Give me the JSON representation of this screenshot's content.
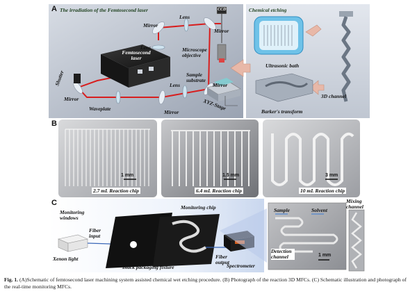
{
  "panel_a": {
    "letter": "A",
    "title_left": "The irradiation of the Femtosecond laser",
    "title_right": "Chemical etching",
    "labels": {
      "lens_top": "Lens",
      "ccd": "CCD",
      "mirror_top_left": "Mirror",
      "mirror_top_right": "Mirror",
      "lens_mid": "Lens",
      "microscope": "Microscope objective",
      "laser_box": "Femtosecond laser",
      "shutter": "Shutter",
      "sample": "Sample substrate",
      "lens_low": "Lens",
      "mirror_low": "Mirror",
      "mirror_left": "Mirror",
      "waveplate": "Waveplate",
      "mirror_bottom": "Mirror",
      "stage": "XYZ-Stage",
      "bath": "Ultrasonic bath",
      "channel3d": "3D channel",
      "barker": "Barker's transform"
    }
  },
  "panel_b": {
    "letter": "B",
    "chips": [
      {
        "caption": "2.7 mL Reaction chip",
        "scale": "1 mm"
      },
      {
        "caption": "6.4 mL Reaction chip",
        "scale": "1.5 mm"
      },
      {
        "caption": "10 mL Reaction chip",
        "scale": "3 mm"
      }
    ]
  },
  "panel_c": {
    "letter": "C",
    "labels": {
      "monitoring_windows": "Monitoring windows",
      "fiber_input": "Fiber input",
      "xenon": "Xenon light",
      "monitoring_chip": "Monitoring chip",
      "fixture": "Black packaging fixture",
      "fiber_output": "Fiber output",
      "spectrometer": "Spectrometer",
      "sample": "Sample",
      "solvent": "Solvent",
      "detection": "Detection channel",
      "scale": "1 mm",
      "mixing": "Mixing channel"
    }
  },
  "caption": {
    "label": "Fig. 1.",
    "text": "(A)Schematic of femtosecond laser machining system assisted chemical wet etching procedure. (B) Photograph of the reaction 3D MFCs. (C) Schematic illustration and photograph of the real-time monitoring MFCs."
  }
}
